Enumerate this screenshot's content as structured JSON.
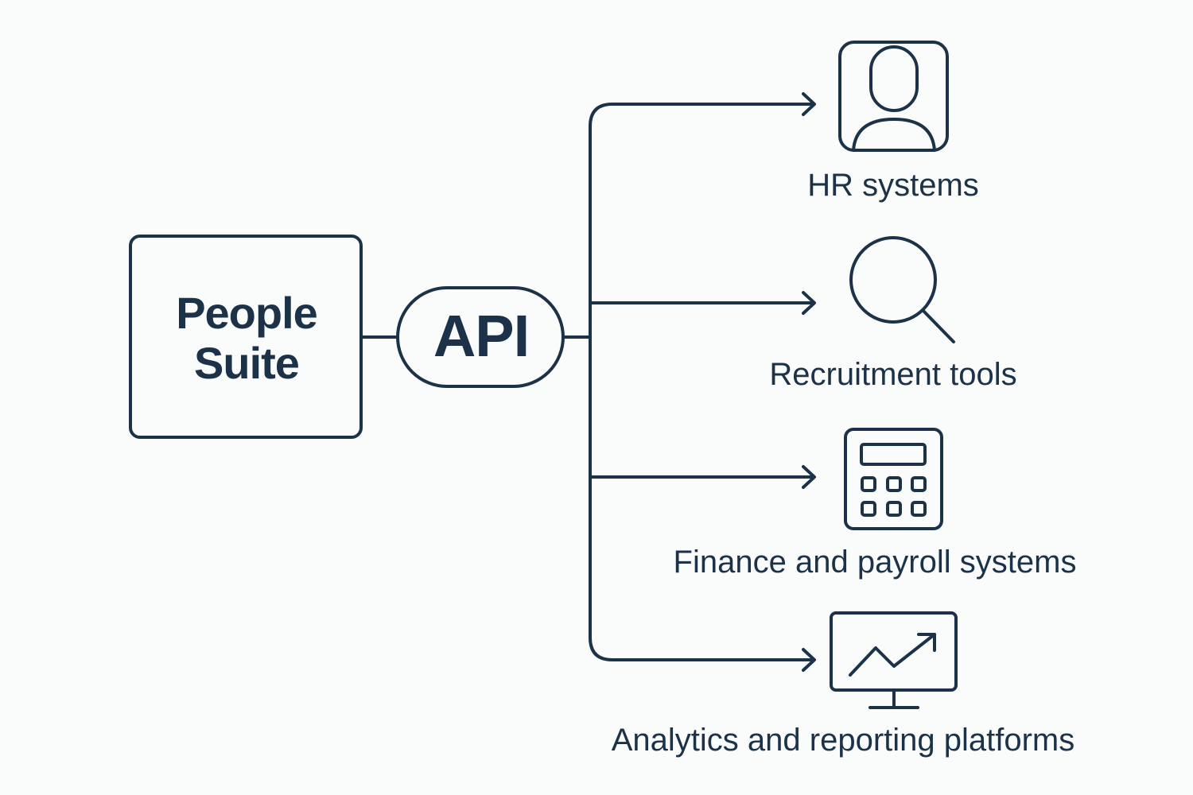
{
  "diagram": {
    "source_box": {
      "line1": "People",
      "line2": "Suite",
      "icon": "box"
    },
    "connector": {
      "label": "API",
      "icon": "pill"
    },
    "targets": [
      {
        "label": "HR systems",
        "icon": "user-icon"
      },
      {
        "label": "Recruitment tools",
        "icon": "search-icon"
      },
      {
        "label": "Finance and payroll systems",
        "icon": "calculator-icon"
      },
      {
        "label": "Analytics and reporting platforms",
        "icon": "monitor-chart-icon"
      }
    ],
    "colors": {
      "stroke": "#1c3248",
      "background": "#fafbfb"
    }
  }
}
